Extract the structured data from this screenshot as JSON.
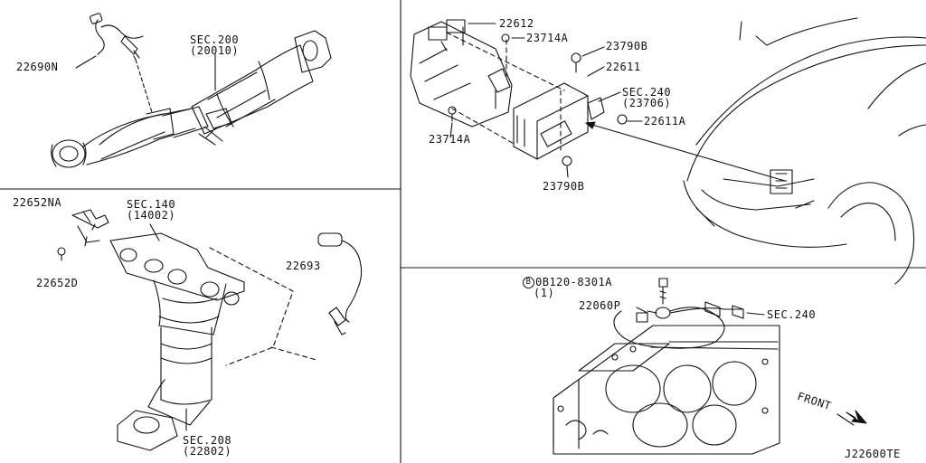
{
  "diagram_id": "J22600TE",
  "panel_tl": {
    "part_sensor": "22690N",
    "sec_ref": "SEC.200",
    "sec_sub": "(20010)"
  },
  "panel_bl": {
    "part_bracket": "22652NA",
    "part_bolt": "22652D",
    "sec_ref": "SEC.140",
    "sec_sub": "(14002)",
    "part_sensor": "22693",
    "sec_ref2": "SEC.208",
    "sec_sub2": "(22802)"
  },
  "panel_tr": {
    "part_bracket": "22612",
    "part_bolt_a1": "23714A",
    "part_nut_b1": "23790B",
    "part_ecm": "22611",
    "sec_ref": "SEC.240",
    "sec_sub": "(23706)",
    "part_bracket2": "22611A",
    "part_bolt_a2": "23714A",
    "part_nut_b2": "23790B"
  },
  "panel_br": {
    "bolt_symbol": "B",
    "bolt_part": "0B120-8301A",
    "bolt_qty": "(1)",
    "part_sensor": "22060P",
    "sec_ref": "SEC.240",
    "front_label": "FRONT"
  }
}
